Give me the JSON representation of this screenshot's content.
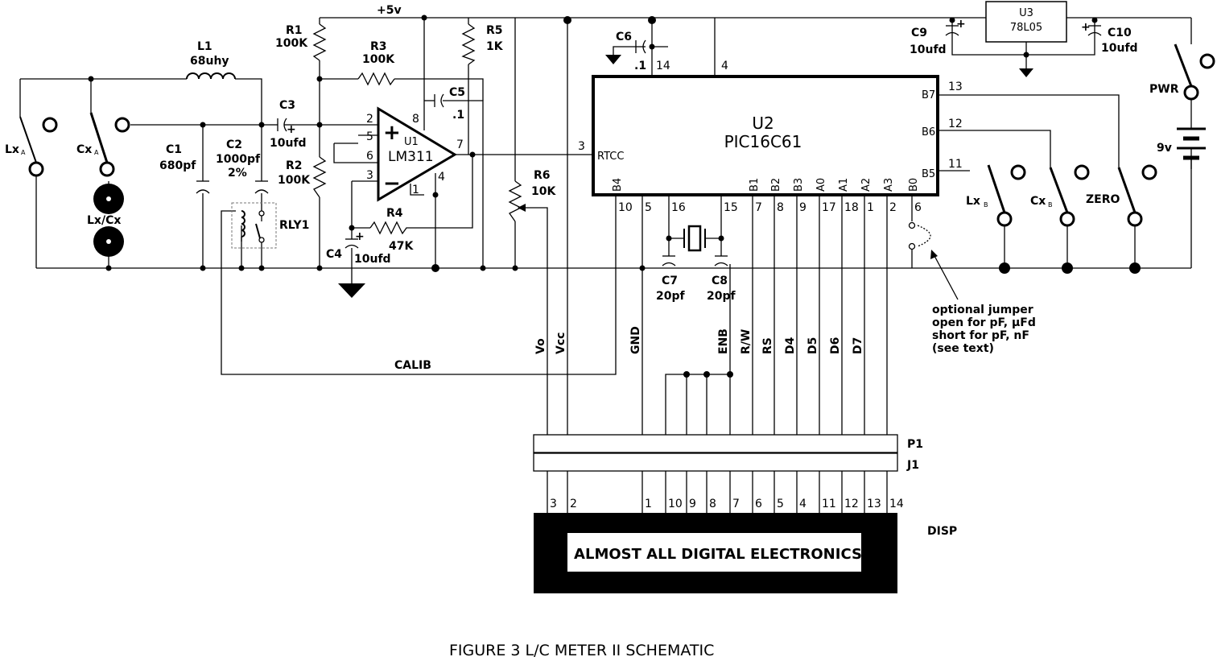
{
  "figure": {
    "caption": "FIGURE 3  L/C METER II SCHEMATIC"
  },
  "power": {
    "rail": "+5v"
  },
  "u2": {
    "ref": "U2",
    "part": "PIC16C61",
    "rtcc": "RTCC",
    "pin_rtcc": "3",
    "pin_b7": "13",
    "pin_b6": "12",
    "pin_b5": "11",
    "pin_c6_gnd": "14",
    "pin_vdd": "4",
    "port_pins": [
      {
        "name": "B4",
        "num": "10"
      },
      {
        "name": "",
        "num": "5"
      },
      {
        "name": "",
        "num": "16"
      },
      {
        "name": "",
        "num": "15"
      },
      {
        "name": "B1",
        "num": "7"
      },
      {
        "name": "B2",
        "num": "8"
      },
      {
        "name": "B3",
        "num": "9"
      },
      {
        "name": "A0",
        "num": "17"
      },
      {
        "name": "A1",
        "num": "18"
      },
      {
        "name": "A2",
        "num": "1"
      },
      {
        "name": "A3",
        "num": "2"
      },
      {
        "name": "B0",
        "num": "6"
      }
    ],
    "right_pins": [
      "B7",
      "B6",
      "B5"
    ]
  },
  "u1": {
    "ref": "U1",
    "part": "LM311",
    "pins": [
      "2",
      "5",
      "6",
      "3",
      "8",
      "7",
      "4",
      "1"
    ]
  },
  "u3": {
    "ref": "U3",
    "part": "78L05"
  },
  "components": {
    "l1": {
      "ref": "L1",
      "value": "68uhy"
    },
    "c1": {
      "ref": "C1",
      "value": "680pf"
    },
    "c2": {
      "ref": "C2",
      "value": "1000pf",
      "tol": "2%"
    },
    "c3": {
      "ref": "C3",
      "value": "10ufd"
    },
    "c4": {
      "ref": "C4",
      "value": "10ufd"
    },
    "c5": {
      "ref": "C5",
      "value": ".1"
    },
    "c6": {
      "ref": "C6",
      "value": ".1"
    },
    "c7": {
      "ref": "C7",
      "value": "20pf"
    },
    "c8": {
      "ref": "C8",
      "value": "20pf"
    },
    "c9": {
      "ref": "C9",
      "value": "10ufd"
    },
    "c10": {
      "ref": "C10",
      "value": "10ufd"
    },
    "r1": {
      "ref": "R1",
      "value": "100K"
    },
    "r2": {
      "ref": "R2",
      "value": "100K"
    },
    "r3": {
      "ref": "R3",
      "value": "100K"
    },
    "r4": {
      "ref": "R4",
      "value": "47K"
    },
    "r5": {
      "ref": "R5",
      "value": "1K"
    },
    "r6": {
      "ref": "R6",
      "value": "10K"
    },
    "rly1": {
      "ref": "RLY1"
    },
    "battery": {
      "value": "9v"
    }
  },
  "switches": {
    "lxa": {
      "main": "Lx",
      "sub": "A"
    },
    "cxa": {
      "main": "Cx",
      "sub": "A"
    },
    "lxb": {
      "main": "Lx",
      "sub": "B"
    },
    "cxb": {
      "main": "Cx",
      "sub": "B"
    },
    "zero": "ZERO",
    "pwr": "PWR"
  },
  "terminals": {
    "lxcx": "Lx/Cx"
  },
  "polarity": {
    "plus": "+",
    "minus": "−"
  },
  "nets": {
    "calib": "CALIB"
  },
  "note": {
    "lines": [
      "optional jumper",
      "open for pF, µFd",
      "short for pF, nF",
      "(see text)"
    ]
  },
  "connector": {
    "p1": "P1",
    "j1": "J1",
    "signals": [
      "Vo",
      "Vcc",
      "GND",
      "ENB",
      "R/W",
      "RS",
      "D4",
      "D5",
      "D6",
      "D7"
    ],
    "pins": [
      "3",
      "2",
      "1",
      "10",
      "9",
      "8",
      "7",
      "6",
      "5",
      "4",
      "11",
      "12",
      "13",
      "14"
    ]
  },
  "display": {
    "label": "DISP",
    "text": "ALMOST ALL DIGITAL ELECTRONICS"
  }
}
